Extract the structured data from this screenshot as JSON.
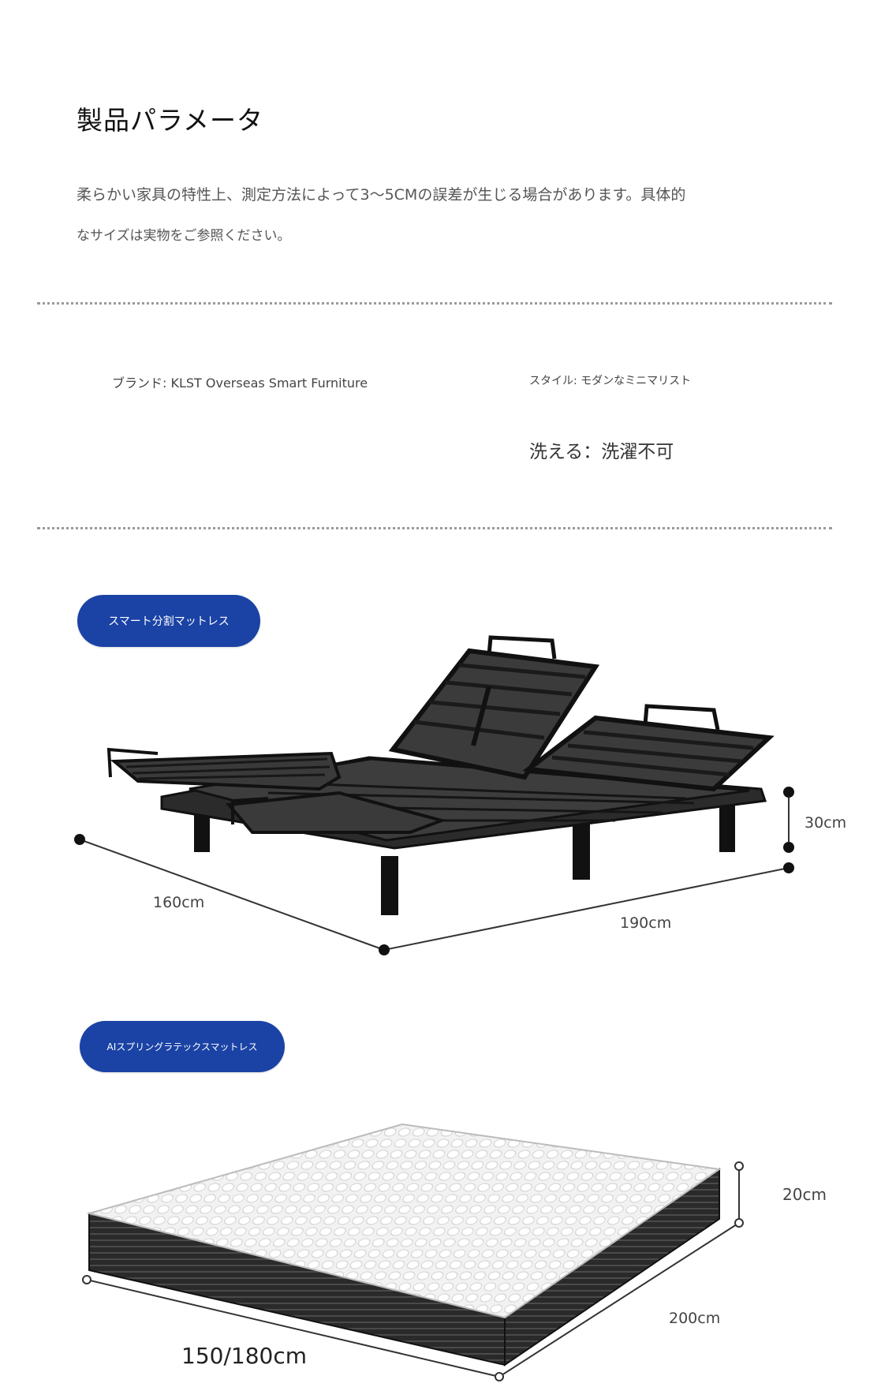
{
  "header": {
    "title": "製品パラメータ",
    "description_line1": "柔らかい家具の特性上、測定方法によって3〜5CMの誤差が生じる場合があります。具体的",
    "description_line2": "なサイズは実物をご参照ください。"
  },
  "params": {
    "brand": "ブランド: KLST Overseas Smart Furniture",
    "style": "スタイル: モダンなミニマリスト",
    "washable": "洗える：洗濯不可"
  },
  "products": [
    {
      "label": "スマート分割マットレス",
      "height": "30cm",
      "width": "160cm",
      "length": "190cm"
    },
    {
      "label": "AIスプリングラテックスマットレス",
      "height": "20cm",
      "length": "200cm",
      "width": "150/180cm"
    }
  ],
  "colors": {
    "pill": "#1b43a5",
    "frame": "#1a1a1a",
    "slat": "#3a3a3a",
    "mattress_top": "#eeeeee",
    "mattress_side": "#2a2a2a"
  }
}
